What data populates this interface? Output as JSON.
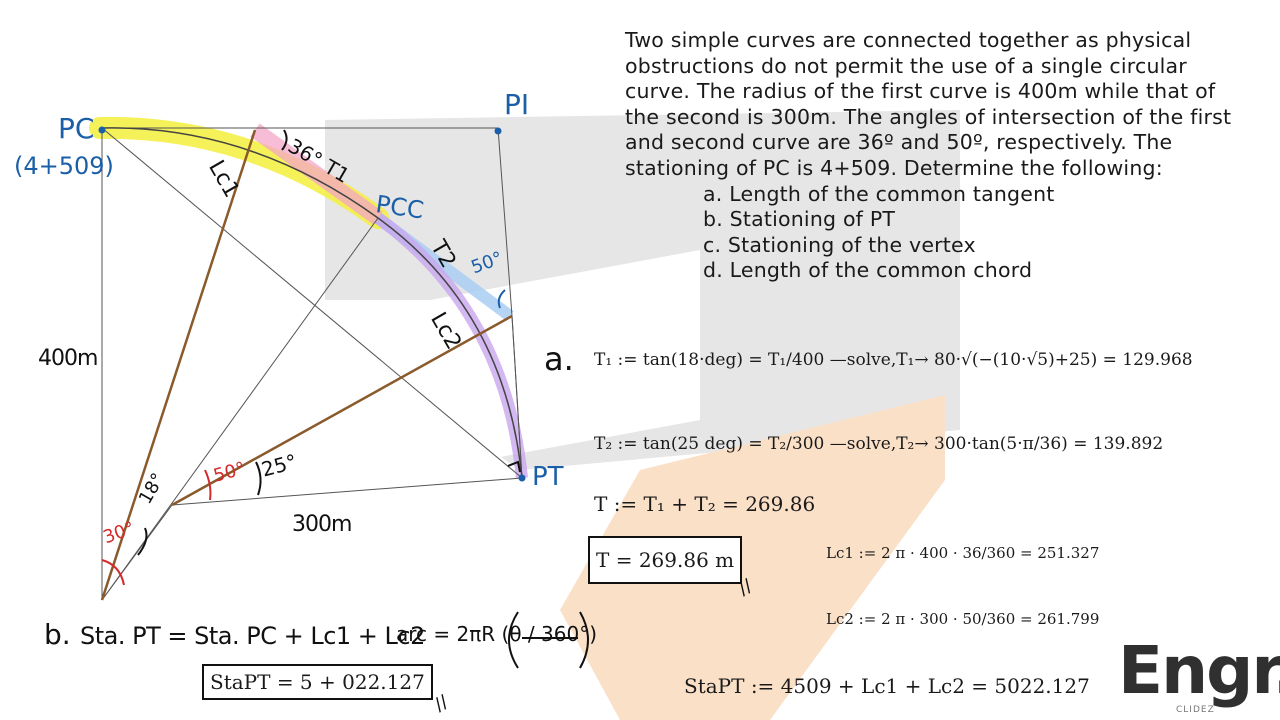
{
  "problem": {
    "text": "Two simple curves are connected together as physical obstructions do not permit the use of a single circular curve. The radius of the first curve is 400m while that of the second is 300m. The angles of intersection of the first and second curve are 36º and 50º, respectively. The stationing of PC is 4+509. Determine the following:",
    "items": [
      "a. Length of the common tangent",
      "b. Stationing of PT",
      "c. Stationing of the vertex",
      "d. Length of the common chord"
    ]
  },
  "diagram": {
    "pc_label": "PC",
    "pc_station": "(4+509)",
    "pi_label": "PI",
    "pcc_label": "PCC",
    "pt_label": "PT",
    "lc1_label": "Lc1",
    "lc2_label": "Lc2",
    "t1_label": "36° T1",
    "t2_label": "T2",
    "angle_50_top": "50°",
    "radius1_label": "400m",
    "radius2_label": "300m",
    "angle_18": "18°",
    "angle_30": "30°",
    "angle_50": "50°",
    "angle_25": "25°"
  },
  "solution": {
    "part_a_label": "a.",
    "eq_t1": "T₁ := tan(18·deg) = T₁/400 —solve,T₁→ 80·√(−(10·√5)+25) = 129.968",
    "eq_t2": "T₂ := tan(25 deg) = T₂/300 —solve,T₂→ 300·tan(5·π/36) = 139.892",
    "eq_t": "T := T₁ + T₂ = 269.86",
    "boxed_t": "T = 269.86 m",
    "eq_lc1": "Lc1 := 2 π · 400 · 36/360 = 251.327",
    "eq_lc2": "Lc2 := 2 π · 300 · 50/360 = 261.799",
    "part_b_label": "b.",
    "part_b_formula": "Sta. PT = Sta. PC + Lc1 + Lc2",
    "arc_formula": "arc = 2πR (θ / 360°)",
    "eq_stapt": "StaPT := 4509 + Lc1 + Lc2 = 5022.127",
    "boxed_stapt": "StaPT = 5 + 022.127",
    "done_mark": "//"
  },
  "logo": {
    "text": "Engr.",
    "sub": "CLIDEZ"
  },
  "colors": {
    "pen_blue": "#1b5fa8",
    "pen_red": "#d42a2a",
    "highlight_yellow": "#f3ef3c",
    "highlight_pink": "#f4a6c8",
    "highlight_purple": "#c9a6ef",
    "highlight_blue": "#a9cdf2",
    "radius_brown": "#8a5a2b",
    "watermark_gray": "#d9d9d9",
    "watermark_orange": "#f8d2b0"
  }
}
